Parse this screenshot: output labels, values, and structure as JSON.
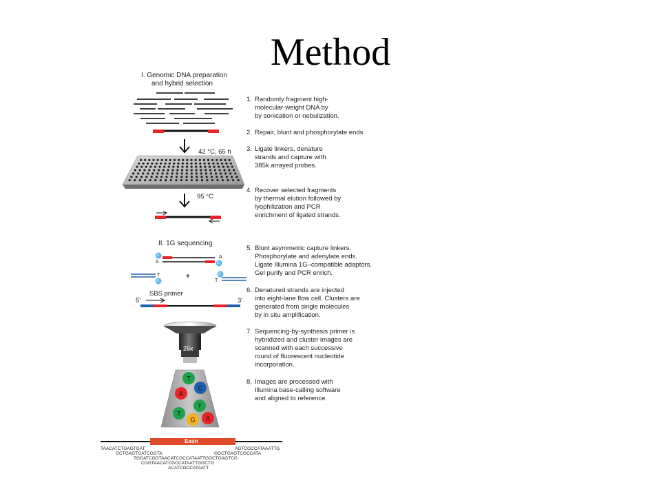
{
  "title": "Method",
  "section1": {
    "line1": "I. Genomic DNA preparation",
    "line2": "and hybrid selection"
  },
  "section2": {
    "label": "II. 1G sequencing"
  },
  "conditions": {
    "hybridization": "42 °C, 65 h",
    "elution": "95 °C"
  },
  "labels": {
    "sbs_primer": "SBS primer",
    "five_prime": "5′",
    "three_prime": "3′",
    "plus": "+",
    "lens": "25x",
    "exon": "Exon",
    "p": "P",
    "a": "A",
    "t": "T"
  },
  "bases": [
    "T",
    "C",
    "A",
    "T",
    "T",
    "G",
    "A"
  ],
  "colors": {
    "red": "#e8242b",
    "blue": "#1f5fb0",
    "green": "#1ea34a",
    "yellow": "#f5b120",
    "cyan": "#5ab7e6"
  },
  "steps": [
    {
      "num": "1.",
      "lines": [
        "Randomly fragment high-",
        "molecular-weight DNA by",
        "by sonication or nebulization."
      ]
    },
    {
      "num": "2.",
      "lines": [
        "Repair, blunt and phosphorylate ends."
      ]
    },
    {
      "num": "3.",
      "lines": [
        "Ligate linkers, denature",
        "strands and capture with",
        "385k arrayed probes."
      ]
    },
    {
      "num": "4.",
      "lines": [
        "Recover selected fragments",
        "by thermal elution followed by",
        "lyophilization and PCR",
        "enrichment of ligated strands."
      ]
    },
    {
      "num": "5.",
      "lines": [
        "Blunt asymmetric capture linkers.",
        "Phosphorylate and adenylate ends.",
        "Ligate Illumina 1G–compatible adaptors.",
        "Gel purify and PCR enrich."
      ]
    },
    {
      "num": "6.",
      "lines": [
        "Denatured strands are injected",
        "into eight-lane flow cell. Clusters are",
        "generated from single molecules",
        "by in situ amplification."
      ]
    },
    {
      "num": "7.",
      "lines": [
        "Sequencing-by-synthesis primer is",
        "hybridized and cluster images are",
        "scanned with each successive",
        "round of fluorescent nucleotide",
        "incorporation."
      ]
    },
    {
      "num": "8.",
      "lines": [
        "Images are processed with",
        "Illumina base-calling software",
        "and aligned to reference."
      ]
    }
  ],
  "reads": [
    "TAACATCTGAGTGAT",
    "GCTGAGTGATCGGTA",
    "TGGATCGGTAACATCGCCATAATTGGCTGAGTCG",
    "CGGTAACATCGCCATAATTGGCTG",
    "ACATCGCCATAATT",
    "AGTCGCCATAAATTG",
    "GGCTGAGTCGCCATA"
  ]
}
